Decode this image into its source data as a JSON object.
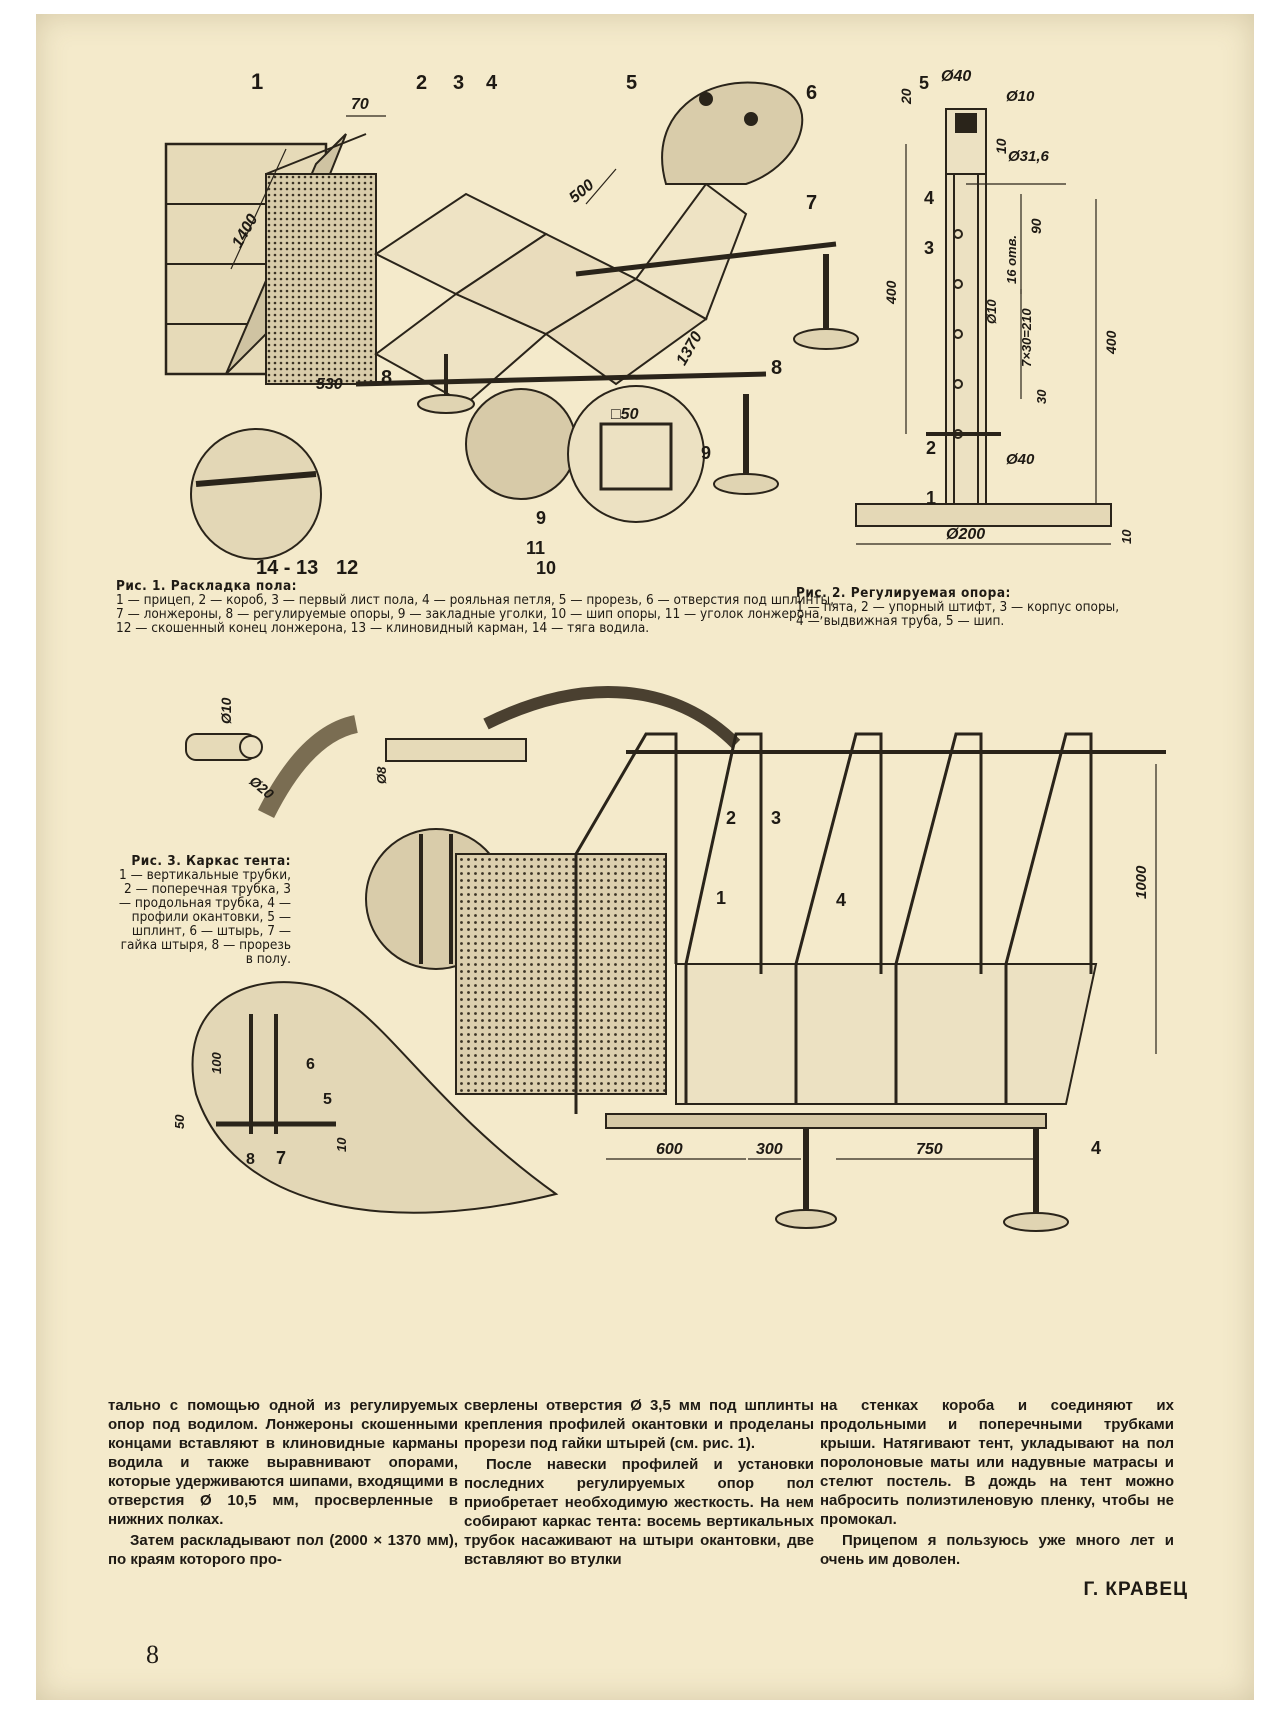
{
  "page_number": "8",
  "figure1": {
    "caption_title": "Рис. 1. Раскладка пола:",
    "caption_text": "1 — прицеп, 2 — короб, 3 — первый лист пола, 4 — рояльная петля, 5 — прорезь, 6 — отверстия под шплинты, 7 — лонжероны, 8 — регулируемые опоры, 9 — закладные уголки, 10 — шип опоры, 11 — уголок лонжерона, 12 — скошенный конец лонжерона, 13 — клиновидный карман, 14 — тяга водила.",
    "callouts": [
      "1",
      "2",
      "3",
      "4",
      "5",
      "6",
      "7",
      "8",
      "8",
      "9",
      "9",
      "10",
      "11",
      "12",
      "14 - 13"
    ],
    "dimensions": [
      "70",
      "1400",
      "500",
      "1370",
      "530",
      "□50"
    ]
  },
  "figure2": {
    "caption_title": "Рис. 2. Регулируемая опора:",
    "caption_text": "1 — пята, 2 — упорный штифт, 3 — корпус опоры, 4 — выдвижная труба, 5 — шип.",
    "callouts": [
      "5",
      "4",
      "3",
      "2",
      "1"
    ],
    "dimensions": [
      "Ø40",
      "Ø10",
      "20",
      "10",
      "Ø31,6",
      "90",
      "400",
      "400",
      "Ø10",
      "16 отв.",
      "7×30=210",
      "30",
      "Ø40",
      "Ø200",
      "10"
    ]
  },
  "figure3": {
    "caption_title": "Рис. 3. Каркас тента:",
    "caption_text": "1 — вертикальные трубки, 2 — поперечная трубка, 3 — продольная трубка, 4 — профили окантовки, 5 — шплинт, 6 — штырь, 7 — гайка штыря, 8 — прорезь в полу.",
    "callouts": [
      "2",
      "3",
      "1",
      "4",
      "4",
      "6",
      "5",
      "7",
      "8"
    ],
    "dimensions": [
      "Ø10",
      "Ø20",
      "Ø8",
      "1000",
      "100",
      "50",
      "10",
      "600",
      "300",
      "750"
    ]
  },
  "article": {
    "col1": [
      "тально с помощью одной из регулируемых опор под водилом. Лонжероны скошенными концами вставляют в клиновидные карманы водила и также выравнивают опорами, которые удерживаются шипами, входящими в отверстия Ø 10,5 мм, просверленные в нижних полках.",
      "Затем раскладывают пол (2000 × 1370 мм), по краям которого про-"
    ],
    "col2": [
      "сверлены отверстия Ø 3,5 мм под шплинты крепления профилей окантовки и проделаны прорези под гайки штырей (см. рис. 1).",
      "После навески профилей и установки последних регулируемых опор пол приобретает необходимую жесткость. На нем собирают каркас тента: восемь вертикальных трубок насаживают на штыри окантовки, две вставляют во втулки"
    ],
    "col3": [
      "на стенках короба и соединяют их продольными и поперечными трубками крыши. Натягивают тент, укладывают на пол поролоновые маты или надувные матрасы и стелют постель. В дождь на тент можно набросить полиэтиленовую пленку, чтобы не промокал.",
      "Прицепом я пользуюсь уже много лет и очень им доволен."
    ],
    "signature": "Г. КРАВЕЦ"
  }
}
